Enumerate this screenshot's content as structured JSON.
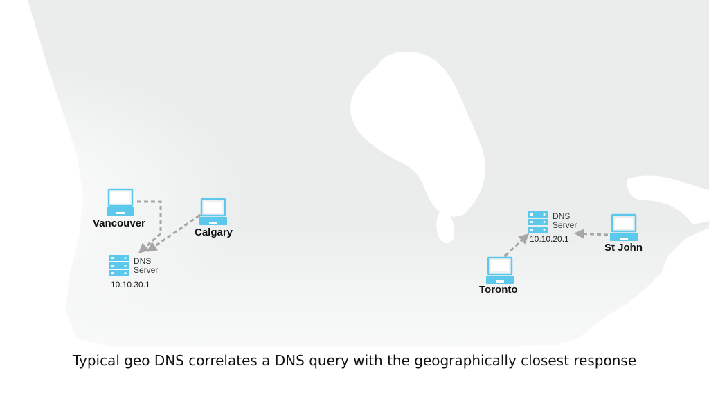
{
  "diagram": {
    "west": {
      "clients": [
        {
          "name": "Vancouver"
        },
        {
          "name": "Calgary"
        }
      ],
      "server": {
        "label_line1": "DNS",
        "label_line2": "Server",
        "ip": "10.10.30.1"
      }
    },
    "east": {
      "clients": [
        {
          "name": "St John"
        },
        {
          "name": "Toronto"
        }
      ],
      "server": {
        "label_line1": "DNS",
        "label_line2": "Server",
        "ip": "10.10.20.1"
      }
    },
    "caption": "Typical geo DNS correlates a DNS query with the geographically closest response"
  },
  "colors": {
    "icon": "#5bc8ec",
    "arrow": "#a6a6a6",
    "land": "#ebeded",
    "text": "#111111"
  },
  "icons": {
    "client": "laptop-icon",
    "server": "server-icon"
  }
}
